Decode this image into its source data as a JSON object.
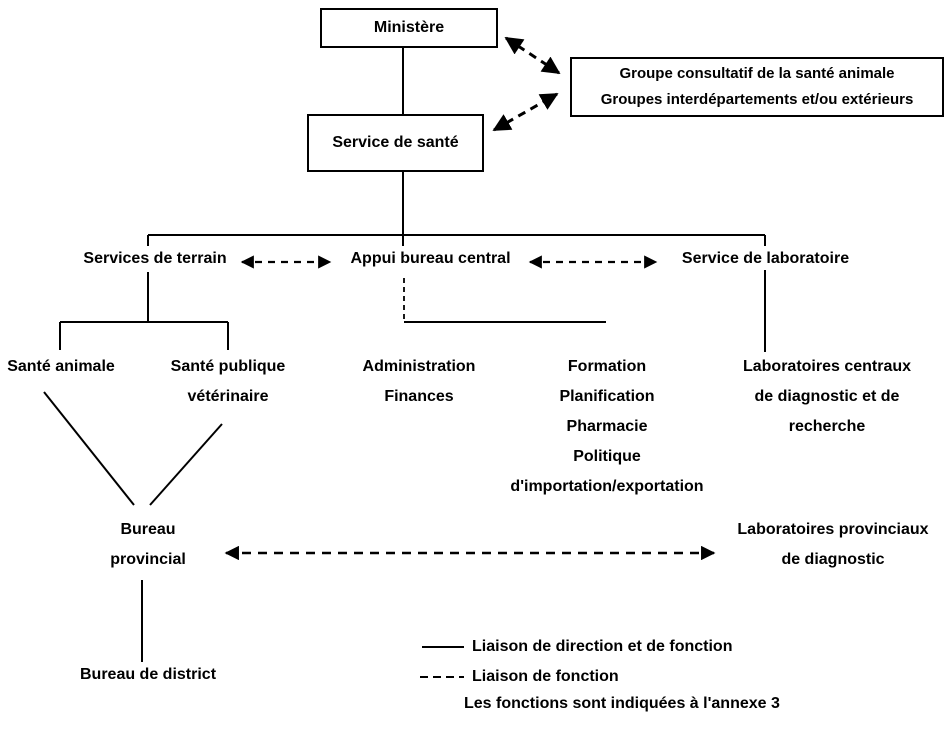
{
  "colors": {
    "line": "#000000",
    "text": "#000000",
    "background": "#ffffff"
  },
  "boxes": {
    "ministere": "Ministère",
    "service_sante": "Service de santé",
    "groupe": "Groupe consultatif de la santé animale\nGroupes interdépartements et/ou extérieurs"
  },
  "branches": {
    "services_terrain": "Services de terrain",
    "appui_bureau_central": "Appui bureau central",
    "service_laboratoire": "Service de laboratoire"
  },
  "nodes": {
    "sante_animale": "Santé animale",
    "sante_publique": "Santé publique\nvétérinaire",
    "administration": "Administration\nFinances",
    "formation": "Formation\nPlanification\nPharmacie\nPolitique\nd'importation/exportation",
    "laboratoires_centraux": "Laboratoires centraux\nde diagnostic et de\nrecherche",
    "bureau_provincial": "Bureau\nprovincial",
    "laboratoires_provinciaux": "Laboratoires provinciaux\nde diagnostic",
    "bureau_district": "Bureau de district"
  },
  "legend": {
    "solid": "Liaison de direction et de fonction",
    "dashed": "Liaison de fonction",
    "note": "Les fonctions sont indiquées à l'annexe 3"
  }
}
